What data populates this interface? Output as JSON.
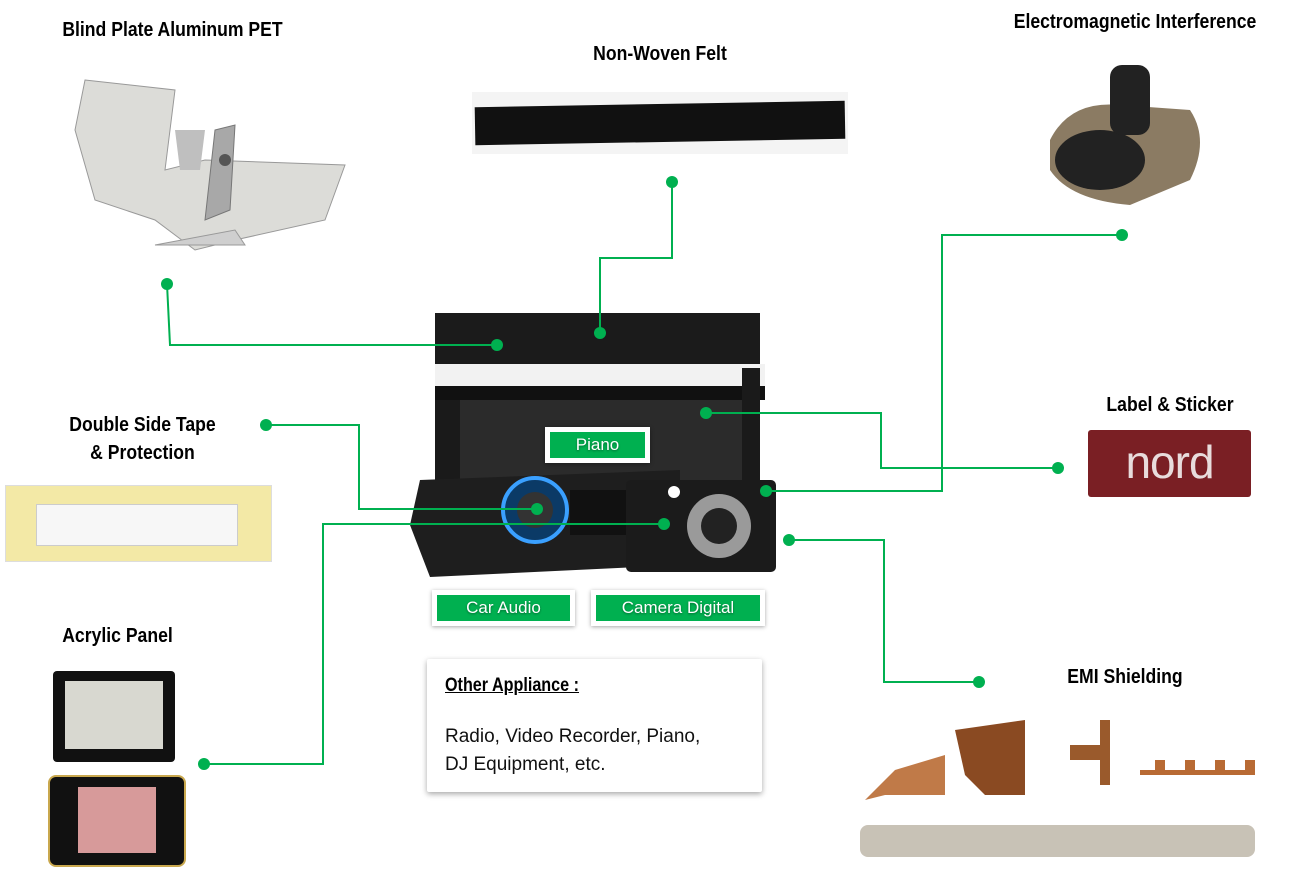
{
  "materials": {
    "blind_plate": "Blind Plate Aluminum PET",
    "non_woven": "Non-Woven Felt",
    "emi_interference": "Electromagnetic Interference",
    "label_sticker": "Label & Sticker",
    "double_side_tape_1": "Double Side Tape",
    "double_side_tape_2": "& Protection",
    "acrylic_panel": "Acrylic Panel",
    "emi_shielding": "EMI Shielding"
  },
  "products": {
    "piano": "Piano",
    "car_audio": "Car Audio",
    "camera_digital": "Camera Digital"
  },
  "other_appliance": {
    "heading": "Other Appliance :",
    "line1": "Radio, Video Recorder, Piano,",
    "line2": "DJ Equipment, etc."
  },
  "logo_text": "nord",
  "colors": {
    "accent": "#00b050"
  }
}
